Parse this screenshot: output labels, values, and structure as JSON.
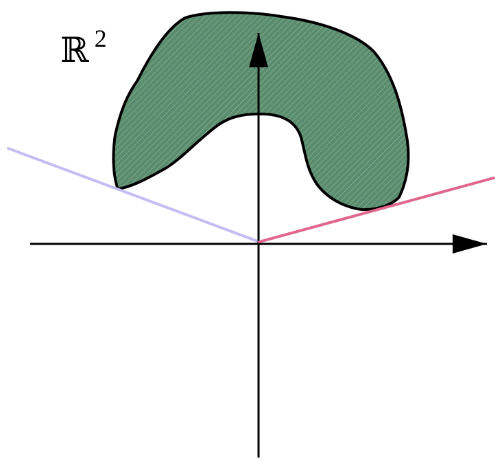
{
  "diagram": {
    "space_label": {
      "symbol": "ℝ",
      "exponent": "2"
    },
    "colors": {
      "region_fill": "#5a8c6e",
      "region_hatch": "#c8ddd0",
      "region_outline": "#000000",
      "axis": "#000000",
      "left_line": "#c4bdf3",
      "right_line": "#e0668c"
    },
    "elements": {
      "region": "curved-set",
      "left_line": "supporting-line-left",
      "right_line": "supporting-line-right",
      "axes": "coordinate-axes"
    }
  }
}
